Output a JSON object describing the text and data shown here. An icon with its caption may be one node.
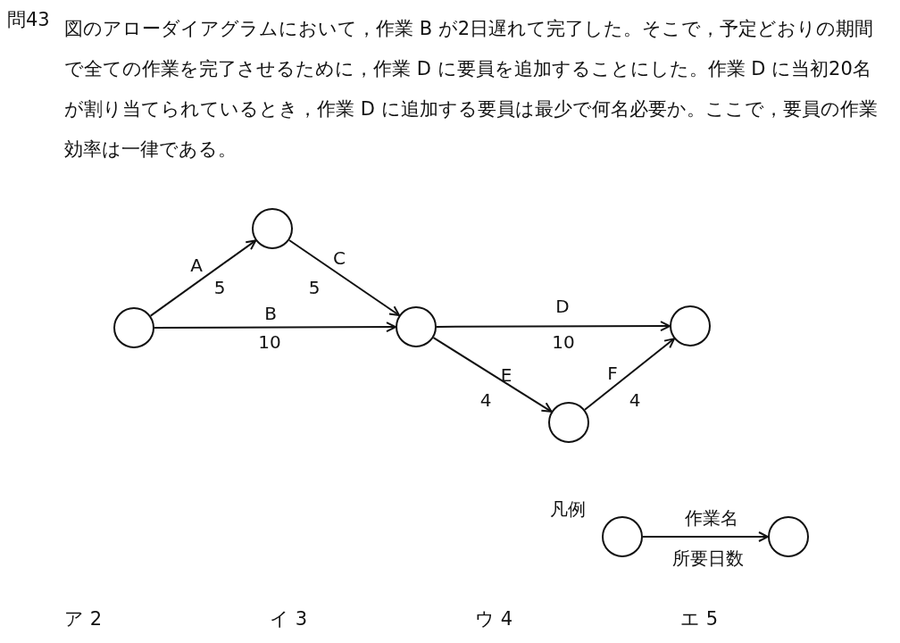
{
  "diagram": {
    "title": "図のアローダイアグラムにおいて，作業 B が2日遅れて完了した。そこで，予定どおりの期間で全ての作業を完了させるために，作業 D に要員を追加することにした。作業 D に当初20名が割り当てられているとき，作業 D に追加する要員は最少で何名必要か。ここで，要員の作業効率は一律である。",
    "nodes": [
      {
        "text": [],
        "shape": "circle"
      },
      {
        "text": [],
        "shape": "circle"
      },
      {
        "text": [],
        "shape": "circle"
      },
      {
        "text": [],
        "shape": "circle"
      },
      {
        "text": [],
        "shape": "circle"
      },
      {
        "text": [],
        "shape": "circle"
      },
      {
        "text": [],
        "shape": "circle"
      }
    ],
    "edges": [
      {
        "from": 0,
        "to": 1,
        "arrow": "to",
        "label": "A"
      },
      {
        "from": 1,
        "to": 2,
        "arrow": "to",
        "label": "C"
      },
      {
        "from": 0,
        "to": 2,
        "arrow": "to",
        "label": "B"
      },
      {
        "from": 2,
        "to": 3,
        "arrow": "to",
        "label": "D"
      },
      {
        "from": 2,
        "to": 4,
        "arrow": "to",
        "label": "E"
      },
      {
        "from": 4,
        "to": 3,
        "arrow": "to",
        "label": "F"
      },
      {
        "from": 5,
        "to": 6,
        "arrow": "to",
        "label": "作業名"
      }
    ],
    "labels": [
      "問43",
      "5",
      "5",
      "10",
      "10",
      "4",
      "4",
      "凡例",
      "所要日数",
      "ア 2",
      "イ 3",
      "ウ 4",
      "エ 5"
    ]
  }
}
